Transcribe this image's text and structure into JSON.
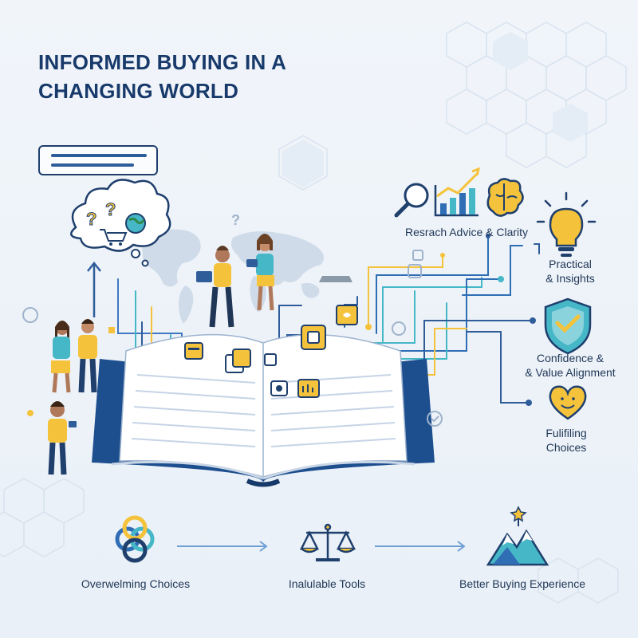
{
  "title": {
    "line1": "INFORMED BUYING IN A",
    "line2": "CHANGING WORLD"
  },
  "benefits": {
    "research": "Resrach Advice & Clarity",
    "practical": {
      "line1": "Practical",
      "line2": "& Insights"
    },
    "confidence": {
      "line1": "Confidence &",
      "line2": "& Value Alignment"
    },
    "fulfilling": {
      "line1": "Fulifiling",
      "line2": "Choices"
    }
  },
  "journey": {
    "step1": "Overwelming Choices",
    "step2": "Inalulable Tools",
    "step3": "Better Buying Experience"
  },
  "colors": {
    "navy": "#183a6b",
    "blue": "#2f6db5",
    "yellow": "#f5c33b",
    "teal": "#46b7c7",
    "background": "#eef3f9"
  },
  "icons": [
    "question-cloud-icon",
    "shopping-cart-icon",
    "globe-icon",
    "magnifier-icon",
    "growth-chart-icon",
    "brain-icon",
    "lightbulb-icon",
    "shield-check-icon",
    "heart-smile-icon",
    "knot-icon",
    "balance-scale-icon",
    "mountain-star-icon"
  ]
}
